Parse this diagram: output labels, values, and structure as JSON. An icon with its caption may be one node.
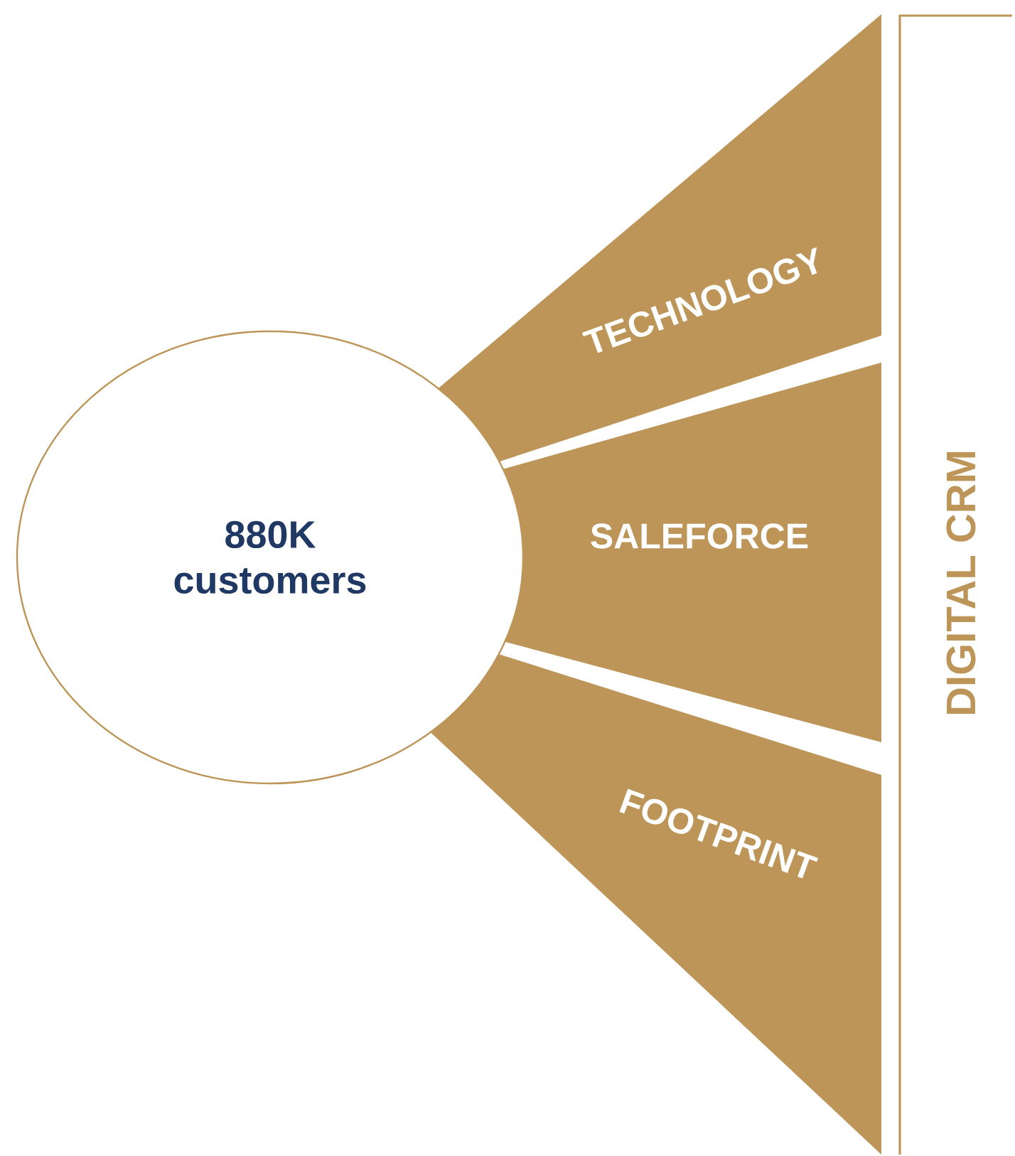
{
  "diagram": {
    "nodes": [
      {
        "text": [
          "880K customers"
        ]
      },
      {
        "text": [
          "TECHNOLOGY"
        ]
      },
      {
        "text": [
          "SALEFORCE"
        ]
      },
      {
        "text": [
          "FOOTPRINT"
        ]
      }
    ],
    "labels": [
      "DIGITAL CRM"
    ]
  }
}
